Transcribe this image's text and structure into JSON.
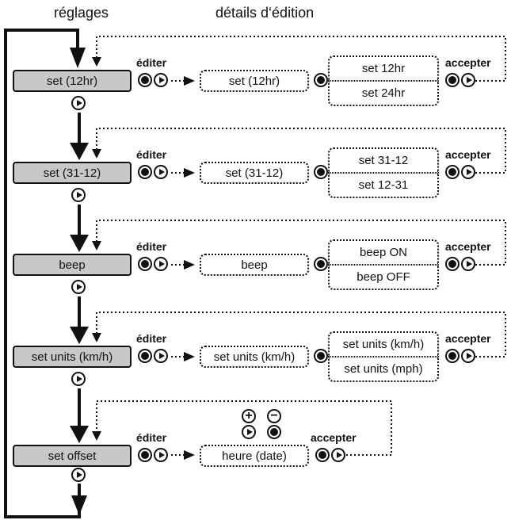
{
  "headers": {
    "settings": "réglages",
    "edit_details": "détails d‘édition"
  },
  "labels": {
    "edit": "éditer",
    "accept": "accepter"
  },
  "icons": {
    "press": "press-button-icon",
    "advance": "advance-button-icon",
    "plus": "plus-icon",
    "minus": "minus-icon",
    "plus_glyph": "+",
    "minus_glyph": "−"
  },
  "rows": [
    {
      "setting": "set (12hr)",
      "detail": "set (12hr)",
      "option_a": "set 12hr",
      "option_b": "set 24hr"
    },
    {
      "setting": "set (31-12)",
      "detail": "set (31-12)",
      "option_a": "set 31-12",
      "option_b": "set 12-31"
    },
    {
      "setting": "beep",
      "detail": "beep",
      "option_a": "beep ON",
      "option_b": "beep OFF"
    },
    {
      "setting": "set units (km/h)",
      "detail": "set units (km/h)",
      "option_a": "set units (km/h)",
      "option_b": "set units (mph)"
    }
  ],
  "last_row": {
    "setting": "set offset",
    "detail": "heure (date)"
  }
}
